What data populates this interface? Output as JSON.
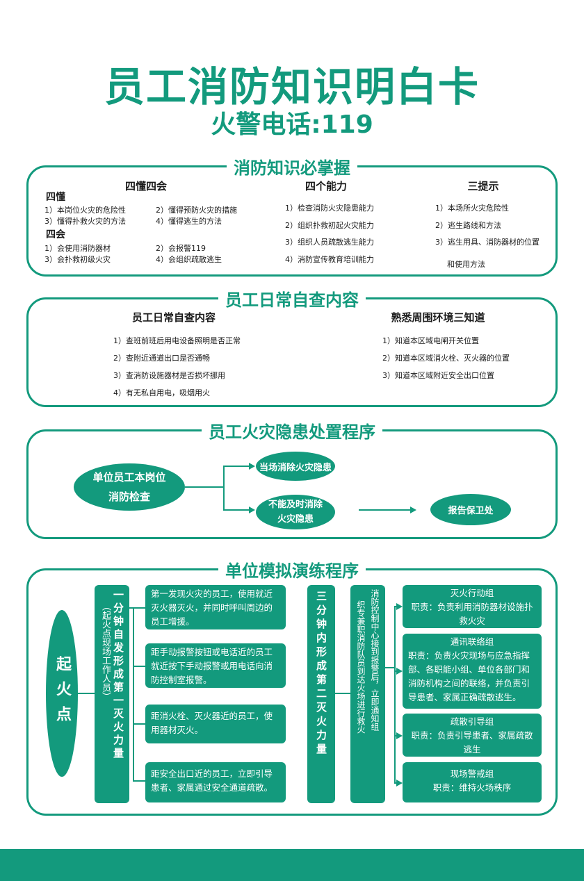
{
  "header": {
    "title": "员工消防知识明白卡",
    "hotline": "火警电话:119"
  },
  "knowledge": {
    "title": "消防知识必掌握",
    "col1": {
      "heading": "四懂四会",
      "sub1": "四懂",
      "sub1_items": [
        "1）本岗位火灾的危险性",
        "2）懂得预防火灾的措施",
        "3）懂得扑救火灾的方法",
        "4）懂得逃生的方法"
      ],
      "sub2": "四会",
      "sub2_items": [
        "1）会使用消防器材",
        "2）会报警119",
        "3）会扑救初级火灾",
        "4）会组织疏散逃生"
      ]
    },
    "col2": {
      "heading": "四个能力",
      "items": [
        "1）检查消防火灾隐患能力",
        "2）组织扑救初起火灾能力",
        "3）组织人员疏散逃生能力",
        "4）消防宣传教育培训能力"
      ]
    },
    "col3": {
      "heading": "三提示",
      "items": [
        "1）本场所火灾危险性",
        "2）逃生路线和方法",
        "3）逃生用具、消防器材的位置",
        "和使用方法"
      ]
    }
  },
  "daily": {
    "title": "员工日常自查内容",
    "left": {
      "heading": "员工日常自查内容",
      "items": [
        "1）查班前班后用电设备照明是否正常",
        "2）查附近通道出口是否通畅",
        "3）查消防设施器材是否损坏挪用",
        "4）有无私自用电，吸烟用火"
      ]
    },
    "right": {
      "heading": "熟悉周围环境三知道",
      "items": [
        "1）知道本区域电闸开关位置",
        "2）知道本区域消火栓、灭火器的位置",
        "3）知道本区域附近安全出口位置"
      ]
    }
  },
  "procedure": {
    "title": "员工火灾隐患处置程序",
    "start_line1": "单位员工本岗位",
    "start_line2": "消防检查",
    "branch1": "当场消除火灾隐患",
    "branch2_line1": "不能及时消除",
    "branch2_line2": "火灾隐患",
    "end": "报告保卫处"
  },
  "drill": {
    "title": "单位模拟演练程序",
    "origin": "起火点",
    "stage1": "一分钟自发形成第一灭火力量",
    "stage1_note": "（起火点现场工作人员）",
    "actions": [
      "第一发现火灾的员工，使用就近灭火器灭火，并同时呼叫周边的员工增援。",
      "距手动报警按钮或电话近的员工就近按下手动报警或用电话向消防控制室报警。",
      "距消火栓、灭火器近的员工，使用器材灭火。",
      "距安全出口近的员工，立即引导患者、家属通过安全通道疏散。"
    ],
    "stage2": "三分钟内形成第二灭火力量",
    "control_col1": "消防控制中心接到报警后，立即通知组",
    "control_col2": "织专兼职消防队员到达火场进行救火",
    "groups": [
      {
        "name": "灭火行动组",
        "duty": "职责：负责利用消防器材设施扑救火灾"
      },
      {
        "name": "通讯联络组",
        "duty": "职责：负责火灾现场与应急指挥部、各职能小组、单位各部门和消防机构之间的联络，并负责引导患者、家属正确疏散逃生。"
      },
      {
        "name": "疏散引导组",
        "duty": "职责：负责引导患者、家属疏散逃生"
      },
      {
        "name": "现场警戒组",
        "duty": "职责：维持火场秩序"
      }
    ]
  },
  "colors": {
    "accent": "#139a7d",
    "background": "#ffffff"
  }
}
